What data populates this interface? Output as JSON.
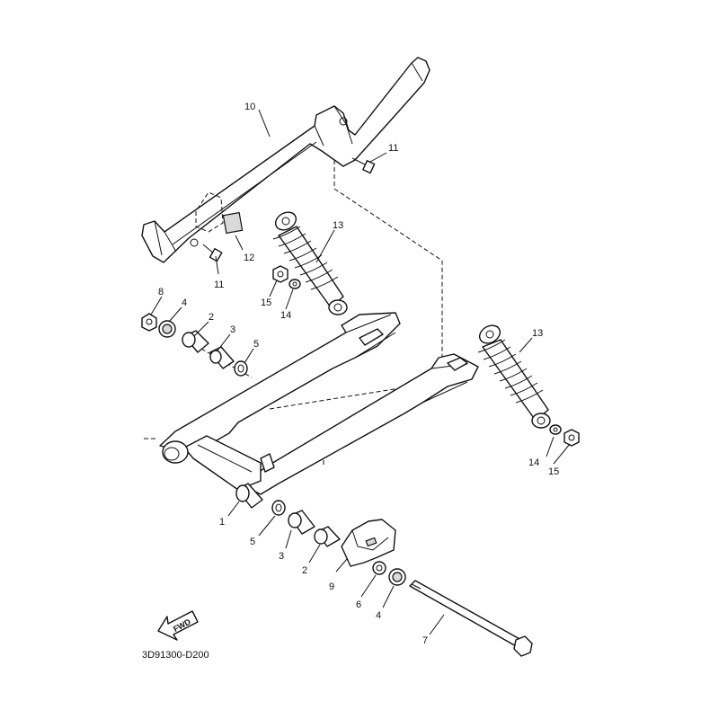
{
  "diagram": {
    "drawing_code": "3D91300-D200",
    "fwd_label": "FWD",
    "callouts": {
      "c10": "10",
      "c11a": "11",
      "c11b": "11",
      "c12": "12",
      "c13a": "13",
      "c13b": "13",
      "c15a": "15",
      "c14a": "14",
      "c8": "8",
      "c4a": "4",
      "c2a": "2",
      "c3a": "3",
      "c5a": "5",
      "c14b": "14",
      "c15b": "15",
      "c1": "1",
      "c5b": "5",
      "c3b": "3",
      "c2b": "2",
      "c9": "9",
      "c6": "6",
      "c4b": "4",
      "c7": "7"
    }
  }
}
